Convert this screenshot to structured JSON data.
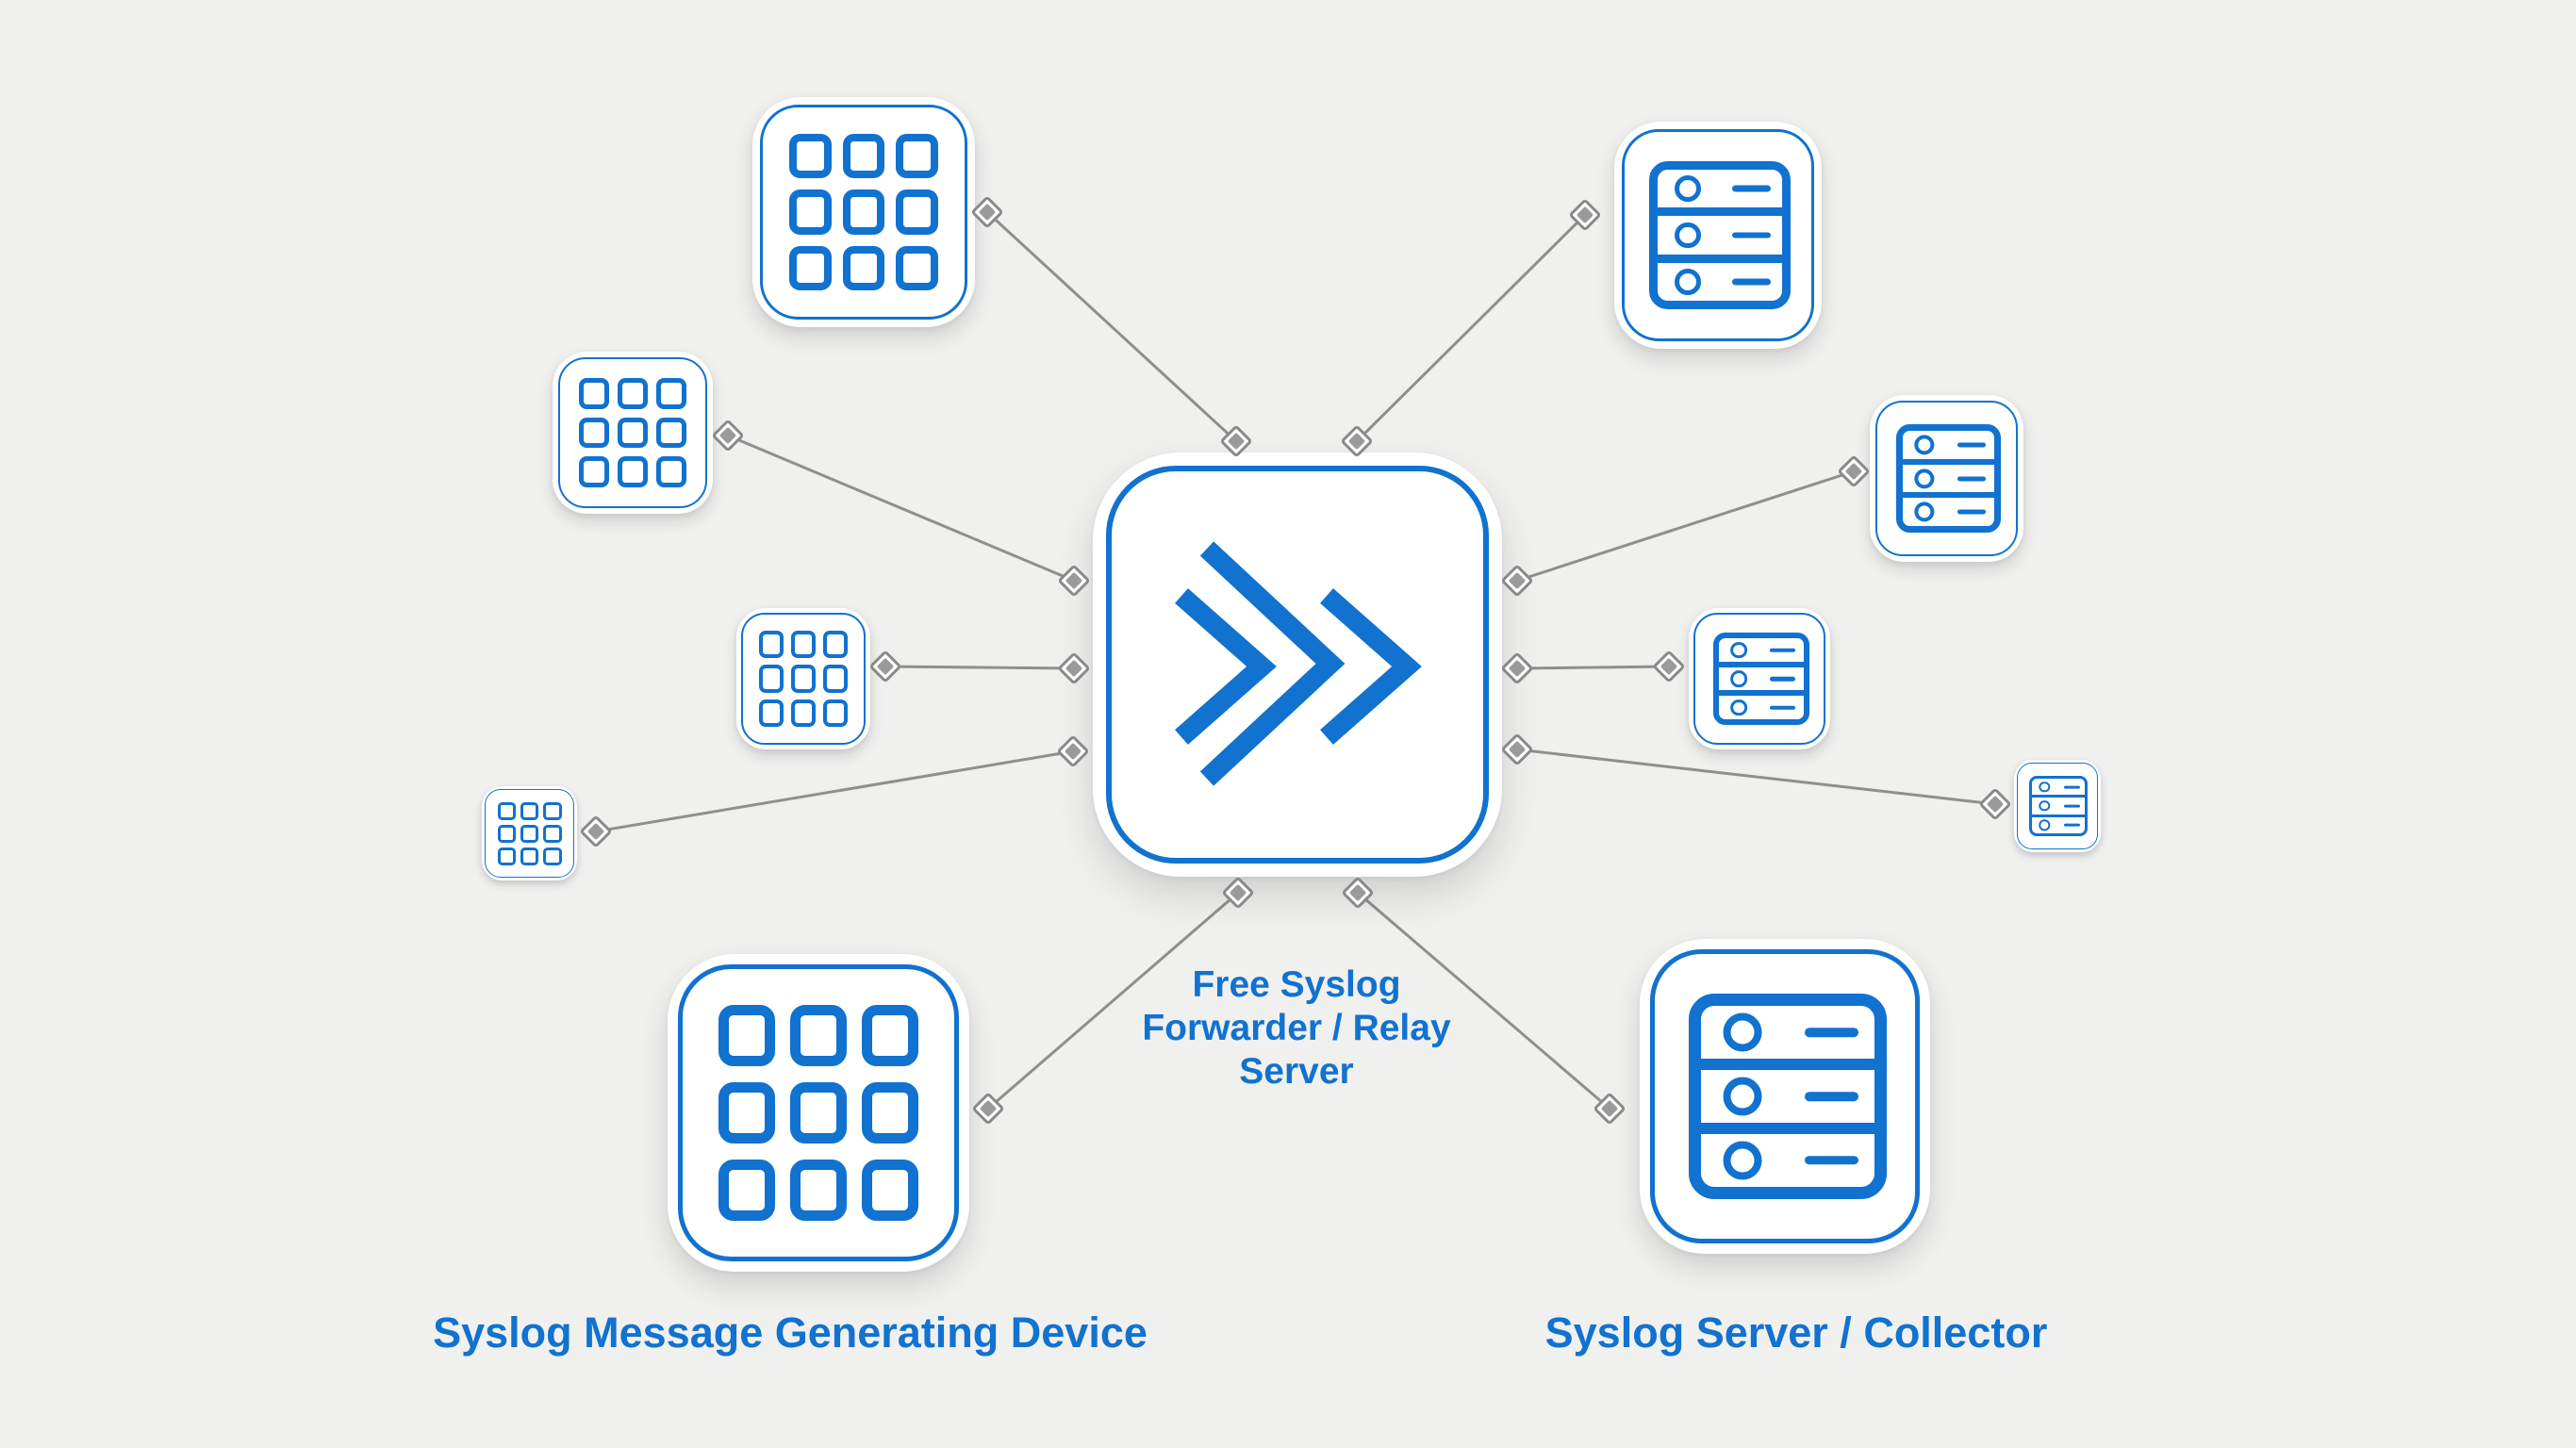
{
  "diagram": {
    "background_color": "#f0f0ee",
    "accent_blue": "#1172cf",
    "connector_gray": "#8f8f8f",
    "card_color": "#ffffff",
    "center_node": {
      "id": "relay",
      "icon": "double-chevron-icon",
      "label": "Free Syslog Forwarder / Relay Server",
      "label_lines": [
        "Free Syslog",
        "Forwarder / Relay",
        "Server"
      ]
    },
    "left_group": {
      "label": "Syslog Message Generating Device",
      "icon": "grid-device-icon",
      "device_count": 5
    },
    "right_group": {
      "label": "Syslog Server / Collector",
      "icon": "server-icon",
      "server_count": 5
    },
    "connections": [
      {
        "from": "device-1",
        "to": "relay"
      },
      {
        "from": "device-2",
        "to": "relay"
      },
      {
        "from": "device-3",
        "to": "relay"
      },
      {
        "from": "device-4",
        "to": "relay"
      },
      {
        "from": "device-5",
        "to": "relay"
      },
      {
        "from": "relay",
        "to": "server-1"
      },
      {
        "from": "relay",
        "to": "server-2"
      },
      {
        "from": "relay",
        "to": "server-3"
      },
      {
        "from": "relay",
        "to": "server-4"
      },
      {
        "from": "relay",
        "to": "server-5"
      }
    ]
  }
}
